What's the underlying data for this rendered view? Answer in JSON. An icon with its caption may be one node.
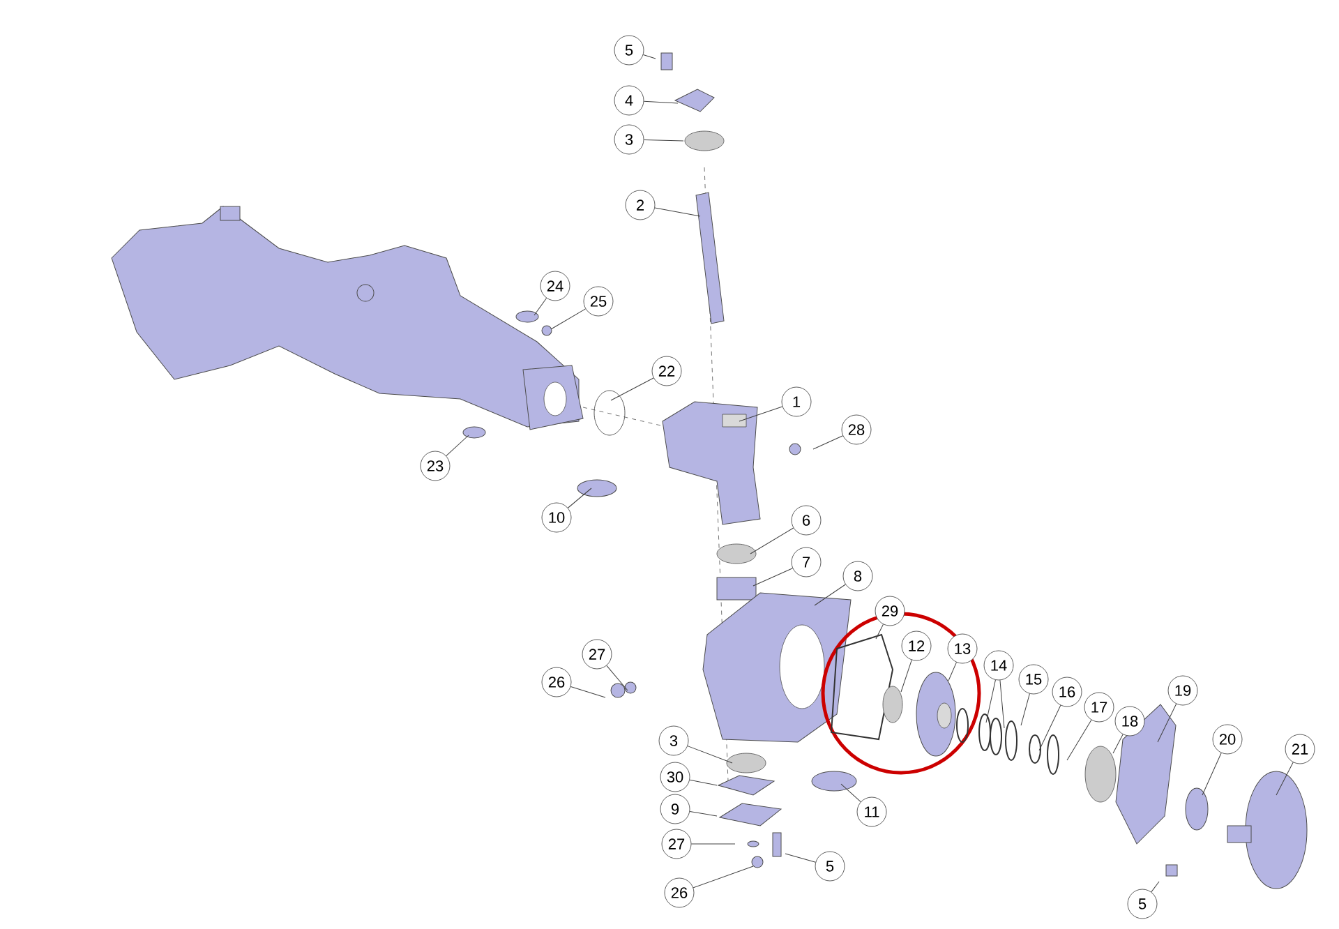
{
  "diagram": {
    "nodes": [
      {
        "text": [
          "5"
        ]
      },
      {
        "text": [
          "4"
        ]
      },
      {
        "text": [
          "3"
        ]
      },
      {
        "text": [
          "2"
        ]
      },
      {
        "text": [
          "24"
        ]
      },
      {
        "text": [
          "25"
        ]
      },
      {
        "text": [
          "22"
        ]
      },
      {
        "text": [
          "1"
        ]
      },
      {
        "text": [
          "28"
        ]
      },
      {
        "text": [
          "23"
        ]
      },
      {
        "text": [
          "10"
        ]
      },
      {
        "text": [
          "6"
        ]
      },
      {
        "text": [
          "7"
        ]
      },
      {
        "text": [
          "8"
        ]
      },
      {
        "text": [
          "29"
        ]
      },
      {
        "text": [
          "12"
        ]
      },
      {
        "text": [
          "13"
        ]
      },
      {
        "text": [
          "14"
        ]
      },
      {
        "text": [
          "15"
        ]
      },
      {
        "text": [
          "16"
        ]
      },
      {
        "text": [
          "17"
        ]
      },
      {
        "text": [
          "18"
        ]
      },
      {
        "text": [
          "19"
        ]
      },
      {
        "text": [
          "20"
        ]
      },
      {
        "text": [
          "21"
        ]
      },
      {
        "text": [
          "27"
        ]
      },
      {
        "text": [
          "26"
        ]
      },
      {
        "text": [
          "3"
        ]
      },
      {
        "text": [
          "30"
        ]
      },
      {
        "text": [
          "9"
        ]
      },
      {
        "text": [
          "11"
        ]
      },
      {
        "text": [
          "27"
        ]
      },
      {
        "text": [
          "5"
        ]
      },
      {
        "text": [
          "26"
        ]
      },
      {
        "text": [
          "5"
        ]
      }
    ],
    "edges": [
      {
        "from": 0,
        "to": null,
        "arrow": "none"
      },
      {
        "from": 1,
        "to": null,
        "arrow": "none"
      },
      {
        "from": 2,
        "to": null,
        "arrow": "none"
      },
      {
        "from": 3,
        "to": null,
        "arrow": "none"
      },
      {
        "from": 4,
        "to": null,
        "arrow": "none"
      },
      {
        "from": 5,
        "to": null,
        "arrow": "none"
      },
      {
        "from": 6,
        "to": null,
        "arrow": "none"
      },
      {
        "from": 7,
        "to": null,
        "arrow": "none"
      },
      {
        "from": 8,
        "to": null,
        "arrow": "none"
      },
      {
        "from": 9,
        "to": null,
        "arrow": "none"
      },
      {
        "from": 10,
        "to": null,
        "arrow": "none"
      },
      {
        "from": 11,
        "to": null,
        "arrow": "none"
      },
      {
        "from": 12,
        "to": null,
        "arrow": "none"
      },
      {
        "from": 13,
        "to": null,
        "arrow": "none"
      },
      {
        "from": 14,
        "to": null,
        "arrow": "none"
      },
      {
        "from": 15,
        "to": null,
        "arrow": "none"
      },
      {
        "from": 16,
        "to": null,
        "arrow": "none"
      },
      {
        "from": 17,
        "to": null,
        "arrow": "none"
      },
      {
        "from": 17,
        "to": null,
        "arrow": "none"
      },
      {
        "from": 18,
        "to": null,
        "arrow": "none"
      },
      {
        "from": 19,
        "to": null,
        "arrow": "none"
      },
      {
        "from": 20,
        "to": null,
        "arrow": "none"
      },
      {
        "from": 21,
        "to": null,
        "arrow": "none"
      },
      {
        "from": 22,
        "to": null,
        "arrow": "none"
      },
      {
        "from": 23,
        "to": null,
        "arrow": "none"
      },
      {
        "from": 24,
        "to": null,
        "arrow": "none"
      },
      {
        "from": 25,
        "to": null,
        "arrow": "none"
      },
      {
        "from": 26,
        "to": null,
        "arrow": "none"
      },
      {
        "from": 27,
        "to": null,
        "arrow": "none"
      },
      {
        "from": 28,
        "to": null,
        "arrow": "none"
      },
      {
        "from": 29,
        "to": null,
        "arrow": "none"
      },
      {
        "from": 30,
        "to": null,
        "arrow": "none"
      },
      {
        "from": 31,
        "to": null,
        "arrow": "none"
      },
      {
        "from": 32,
        "to": null,
        "arrow": "none"
      },
      {
        "from": 33,
        "to": null,
        "arrow": "none"
      },
      {
        "from": 34,
        "to": null,
        "arrow": "none"
      }
    ]
  }
}
